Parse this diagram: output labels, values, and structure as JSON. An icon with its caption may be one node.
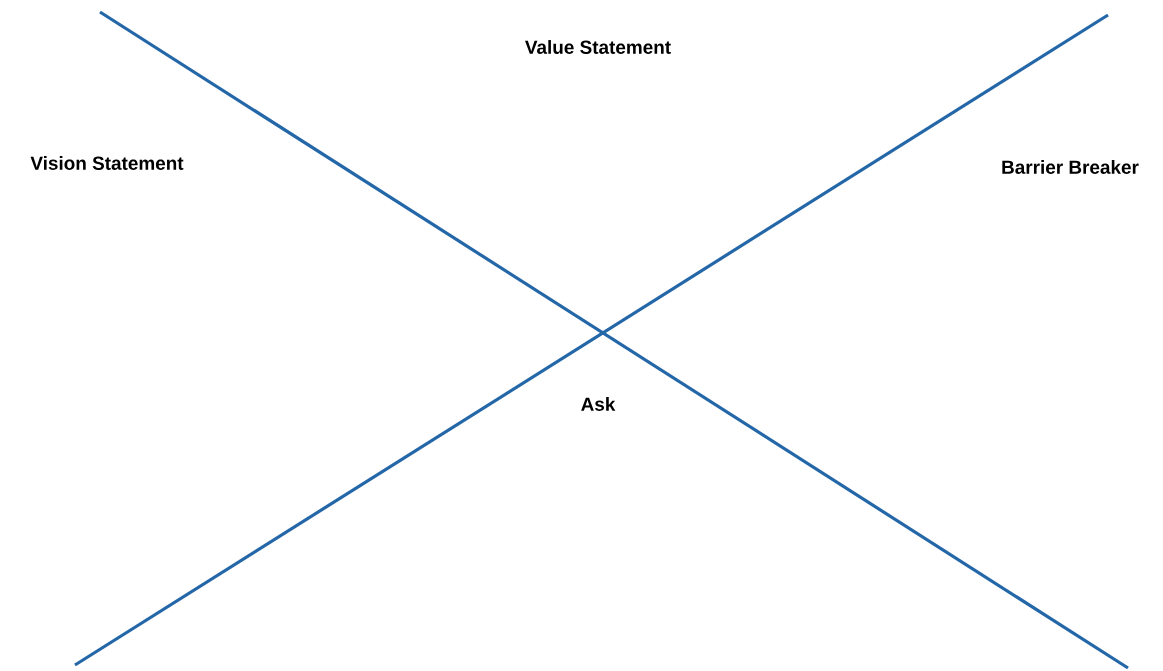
{
  "diagram": {
    "labels": [
      "Value Statement",
      "Vision Statement",
      "Barrier Breaker",
      "Ask"
    ]
  }
}
